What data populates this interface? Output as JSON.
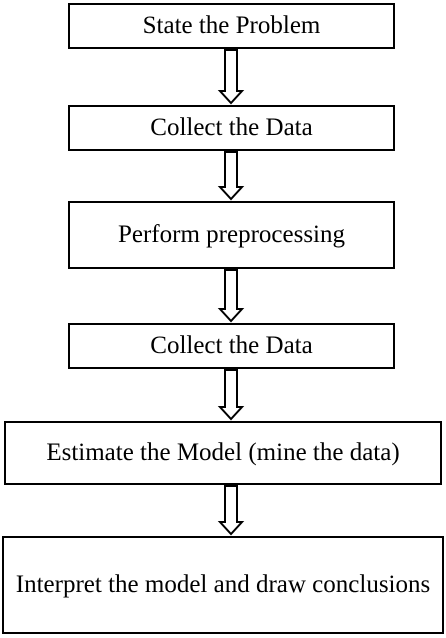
{
  "flowchart": {
    "steps": [
      {
        "label": "State the Problem"
      },
      {
        "label": "Collect the Data"
      },
      {
        "label": "Perform preprocessing"
      },
      {
        "label": "Collect the Data"
      },
      {
        "label": "Estimate the Model (mine the data)"
      },
      {
        "label": "Interpret the model and draw conclusions"
      }
    ],
    "arrow_icon": "double-outline-down-arrow-icon",
    "colors": {
      "line": "#000000",
      "background": "#ffffff"
    }
  }
}
